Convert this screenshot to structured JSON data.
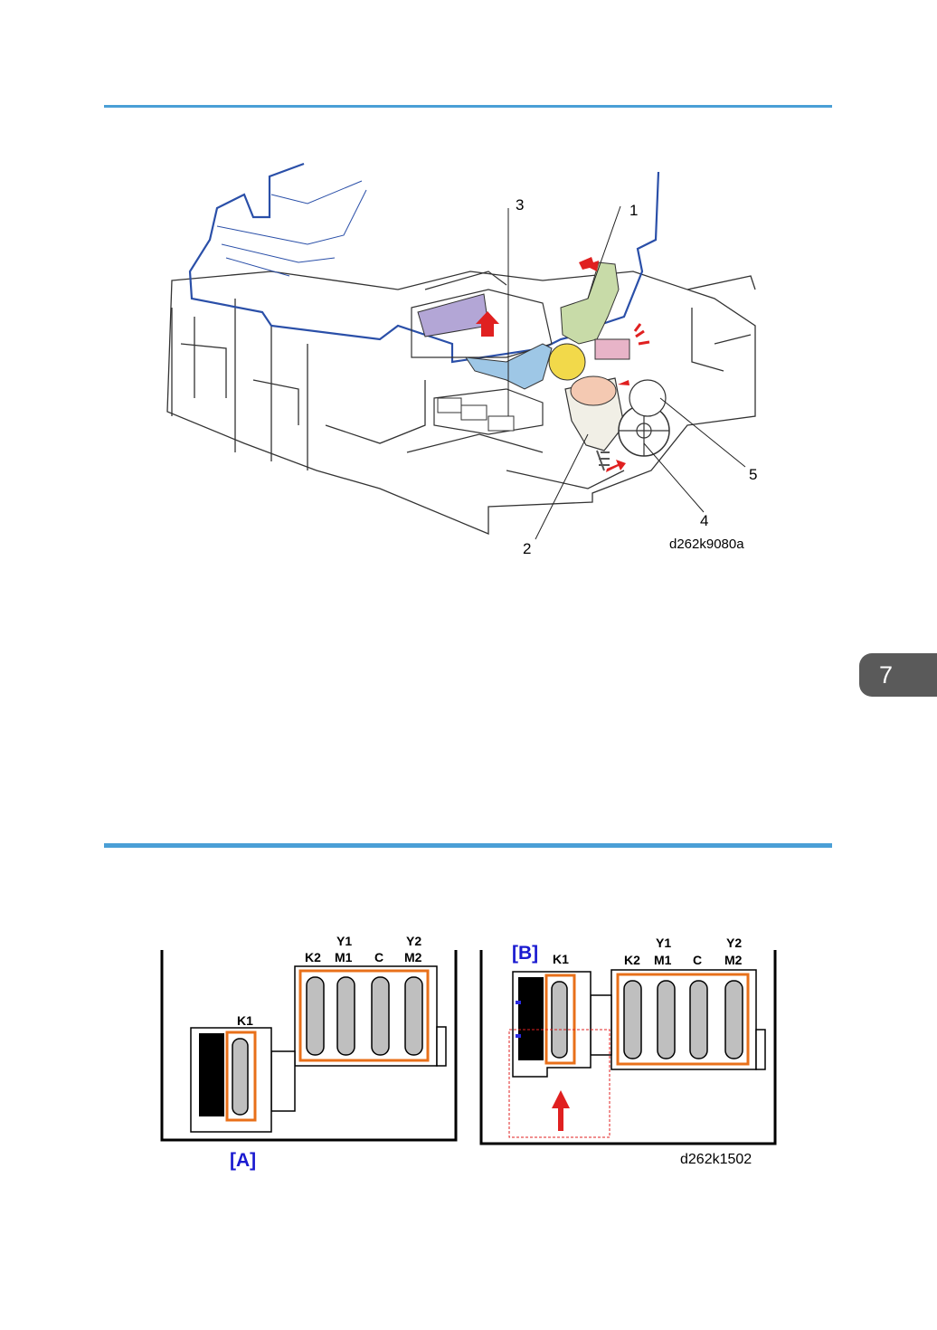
{
  "chapter_number": "7",
  "figure1": {
    "callouts": [
      "1",
      "2",
      "3",
      "4",
      "5"
    ],
    "code": "d262k9080a"
  },
  "figure2": {
    "panel_a": {
      "tag": "[A]",
      "k1": "K1",
      "k2": "K2",
      "y1": "Y1",
      "m1": "M1",
      "c": "C",
      "y2": "Y2",
      "m2": "M2"
    },
    "panel_b": {
      "tag": "[B]",
      "k1": "K1",
      "k2": "K2",
      "y1": "Y1",
      "m1": "M1",
      "c": "C",
      "y2": "Y2",
      "m2": "M2"
    },
    "code": "d262k1502"
  },
  "colors": {
    "rule": "#4a9fd6",
    "outline_blue": "#2a4fa8",
    "arrow_red": "#e02020",
    "cap_orange": "#e8701a",
    "tag_blue": "#1a1ad0"
  }
}
